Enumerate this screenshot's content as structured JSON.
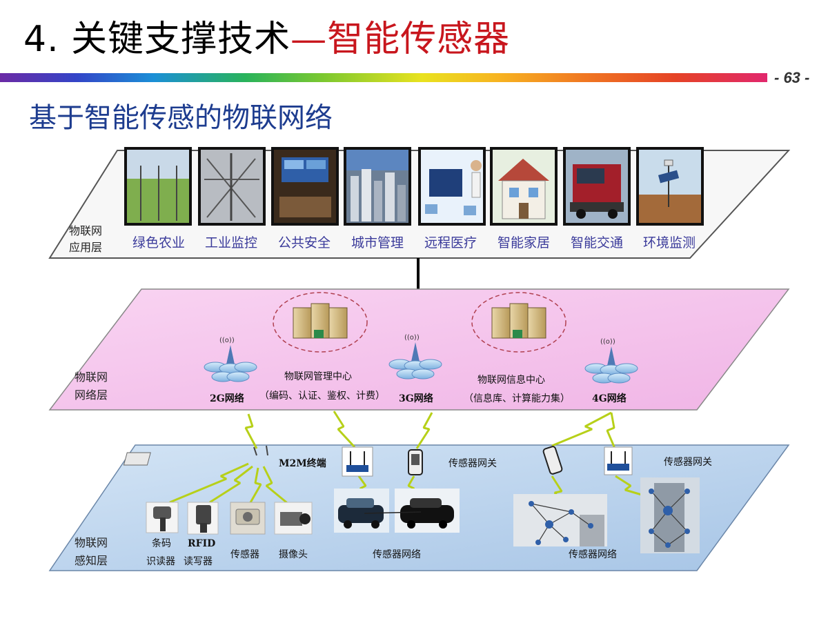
{
  "header": {
    "title_part1": "4. 关键支撑技术",
    "title_part2": "—智能传感器",
    "page_number": "- 63 -",
    "subtitle": "基于智能传感的物联网络"
  },
  "application_layer": {
    "label_line1": "物联网",
    "label_line2": "应用层",
    "items": [
      "绿色农业",
      "工业监控",
      "公共安全",
      "城市管理",
      "远程医疗",
      "智能家居",
      "智能交通",
      "环境监测"
    ]
  },
  "network_layer": {
    "label_line1": "物联网",
    "label_line2": "网络层",
    "wifi_text": "((o))",
    "net_2g": "2G网络",
    "net_3g": "3G网络",
    "net_4g": "4G网络",
    "mgmt_center": "物联网管理中心",
    "mgmt_center_detail": "（编码、认证、鉴权、计费）",
    "info_center": "物联网信息中心",
    "info_center_detail": "（信息库、计算能力集）"
  },
  "perception_layer": {
    "label_line1": "物联网",
    "label_line2": "感知层",
    "m2m_terminal": "M2M终端",
    "gateway_1": "传感器网关",
    "gateway_2": "传感器网关",
    "barcode_line1": "条码",
    "barcode_line2": "识读器",
    "rfid_line1": "RFID",
    "rfid_line2": "读写器",
    "sensor": "传感器",
    "camera": "摄像头",
    "sensor_network_1": "传感器网络",
    "sensor_network_2": "传感器网络"
  },
  "colors": {
    "title_red": "#c8161d",
    "subtitle_blue": "#1d3c8f",
    "network_plane": "#f6c6ee",
    "perception_plane": "#b9d3ec",
    "link_yellow": "#b7d019"
  }
}
